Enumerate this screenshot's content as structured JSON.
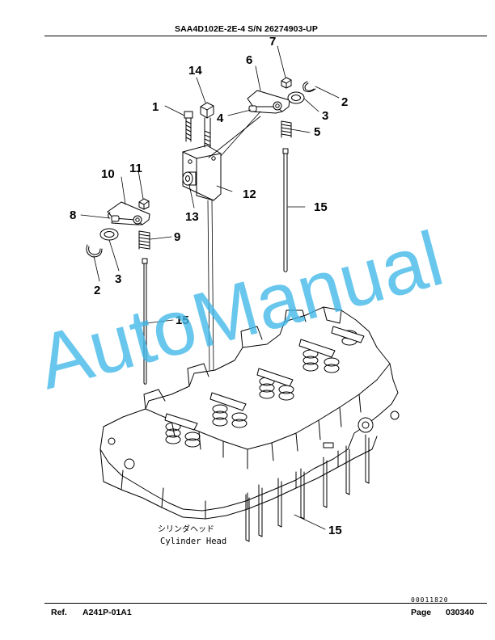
{
  "header": {
    "title": "SAA4D102E-2E-4 S/N 26274903-UP"
  },
  "callouts": {
    "c1": "1",
    "c2a": "2",
    "c2b": "2",
    "c3a": "3",
    "c3b": "3",
    "c4": "4",
    "c5": "5",
    "c6": "6",
    "c7": "7",
    "c8": "8",
    "c9": "9",
    "c10": "10",
    "c11": "11",
    "c12": "12",
    "c13": "13",
    "c14": "14",
    "c15a": "15",
    "c15b": "15",
    "c15c": "15"
  },
  "caption": {
    "japanese": "シリンダヘッド",
    "english": "Cylinder Head"
  },
  "watermark": "AutoManual",
  "footer": {
    "doc_code": "00011820",
    "ref_label": "Ref.",
    "ref_value": "A241P-01A1",
    "page_label": "Page",
    "page_value": "030340"
  }
}
